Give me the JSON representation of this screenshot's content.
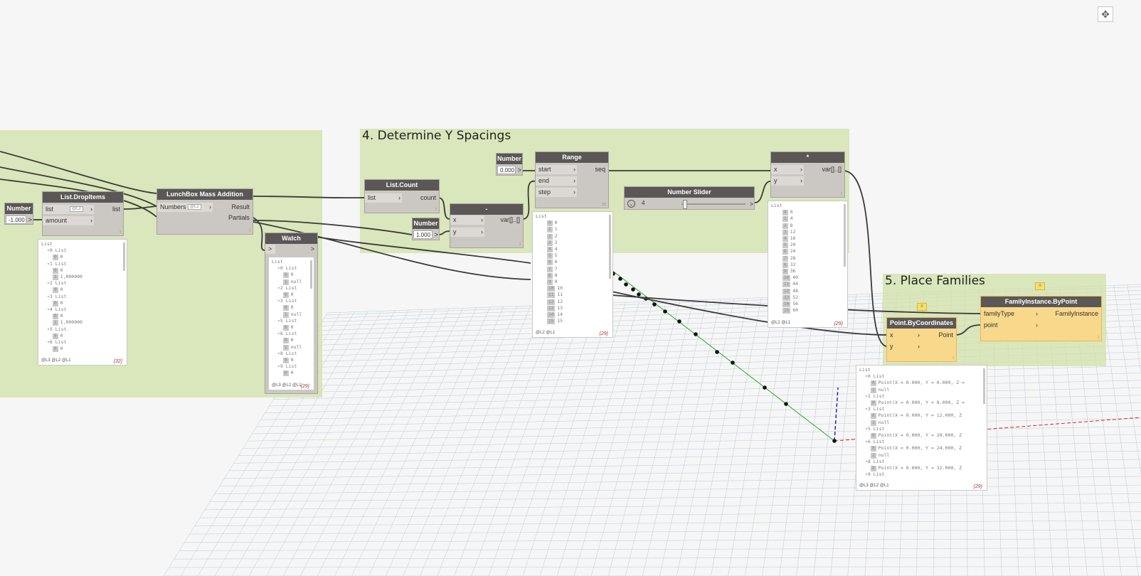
{
  "groups": {
    "g3": {
      "title": ""
    },
    "g4": {
      "title": "4. Determine Y Spacings"
    },
    "g5": {
      "title": "5. Place Families"
    }
  },
  "nodes": {
    "number1": {
      "title": "Number",
      "value": "-1.000",
      "out": ">"
    },
    "dropitems": {
      "title": "List.DropItems",
      "in1": "list",
      "in2": "amount",
      "lace": "@L2",
      "out": "list"
    },
    "lunchbox": {
      "title": "LunchBox Mass Addition",
      "in1": "Numbers",
      "lace": "@L2",
      "out1": "Result",
      "out2": "Partials"
    },
    "watch": {
      "title": "Watch",
      "in1": ">",
      "out1": ">"
    },
    "listcount": {
      "title": "List.Count",
      "in1": "list",
      "out": "count"
    },
    "number2": {
      "title": "Number",
      "value": "1.000",
      "out": ">"
    },
    "minus": {
      "title": "-",
      "in1": "x",
      "in2": "y",
      "out": "var[]..[]"
    },
    "number3": {
      "title": "Number",
      "value": "0.000",
      "out": ">"
    },
    "range": {
      "title": "Range",
      "in1": "start",
      "in2": "end",
      "in3": "step",
      "out": "seq"
    },
    "slider": {
      "title": "Number Slider",
      "value": "4",
      "out": ">"
    },
    "multiply": {
      "title": "*",
      "in1": "x",
      "in2": "y",
      "out": "var[]..[]"
    },
    "pointbycoords": {
      "title": "Point.ByCoordinates",
      "in1": "x",
      "in2": "y",
      "out": "Point"
    },
    "familyinstance": {
      "title": "FamilyInstance.ByPoint",
      "in1": "familyType",
      "in2": "point",
      "out": "FamilyInstance"
    }
  },
  "previews": {
    "dropitems": {
      "rows": [
        "List",
        "▿0 List",
        "0 0",
        "▿1 List",
        "0 0",
        "1 1,000000",
        "▿2 List",
        "0 0",
        "▿3 List",
        "0 0",
        "▿4 List",
        "0 0",
        "1 1,000000",
        "▿5 List",
        "0 0",
        "▿6 List",
        "0 0"
      ],
      "foot": "@L3 @L2 @L1",
      "count": "{32}"
    },
    "watch": {
      "rows": [
        "List",
        "▿0 List",
        "0 0",
        "1 null",
        "▿2 List",
        "0 0",
        "▿3 List",
        "0 0",
        "1 null",
        "▿5 List",
        "0 0",
        "▿6 List",
        "0 0",
        "1 null",
        "▿8 List",
        "0 0",
        "▿9 List",
        "0 0"
      ],
      "foot": "@L3 @L2 @L1",
      "count": "{29}"
    },
    "range": {
      "rows": [
        "List",
        "0 0",
        "1 1",
        "2 2",
        "3 3",
        "4 4",
        "5 5",
        "6 6",
        "7 7",
        "8 8",
        "9 9",
        "10 10",
        "11 11",
        "12 12",
        "13 13",
        "14 14",
        "15 15"
      ],
      "foot": "@L2 @L1",
      "count": "{29}"
    },
    "multiply": {
      "rows": [
        "List",
        "0 0",
        "1 4",
        "2 8",
        "3 12",
        "4 16",
        "5 20",
        "6 24",
        "7 28",
        "8 32",
        "9 36",
        "10 40",
        "11 44",
        "12 48",
        "13 52",
        "14 56",
        "15 60"
      ],
      "foot": "@L2 @L1",
      "count": "{29}"
    },
    "points": {
      "rows": [
        "List",
        "▿0 List",
        "0 Point(X = 0.000, Y = 0.000, Z =",
        "1 null",
        "▿2 List",
        "0 Point(X = 0.000, Y = 8.000, Z =",
        "▿3 List",
        "0 Point(X = 0.000, Y = 12.000, Z",
        "1 null",
        "▿5 List",
        "0 Point(X = 0.000, Y = 20.000, Z",
        "▿6 List",
        "0 Point(X = 0.000, Y = 24.000, Z",
        "1 null",
        "▿8 List",
        "0 Point(X = 0.000, Y = 32.000, Z",
        "▿9 List"
      ],
      "foot": "@L3 @L2 @L1",
      "count": "{29}"
    }
  },
  "colors": {
    "group": "#d2e2aa",
    "node_header": "#5a5756",
    "selected": "#f8d88a",
    "wire": "#3a3a3a"
  },
  "icons": {
    "navigate": "✥",
    "note": "≡"
  }
}
